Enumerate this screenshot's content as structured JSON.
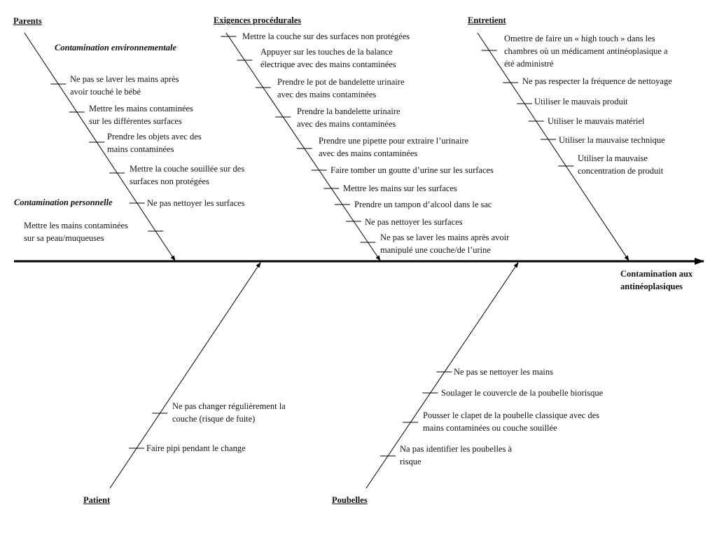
{
  "effect": "Contamination aux\nantinéoplasiques",
  "categories": {
    "parents": {
      "title": "Parents",
      "sub_env": "Contamination environnementale",
      "sub_pers": "Contamination personnelle",
      "causes": [
        "Ne pas se laver les mains après\navoir touché le bébé",
        "Mettre les mains contaminées\nsur les différentes surfaces",
        "Prendre les objets avec des\nmains contaminées",
        "Mettre la couche souillée sur des\nsurfaces non protégées",
        "Ne pas nettoyer les surfaces",
        "Mettre les mains contaminées\nsur sa peau/muqueuses"
      ]
    },
    "exigences": {
      "title": "Exigences procédurales",
      "causes": [
        "Mettre la couche sur des surfaces non protégées",
        "Appuyer sur les touches de la balance\nélectrique avec des mains contaminées",
        "Prendre le pot de bandelette urinaire\navec des mains contaminées",
        "Prendre la bandelette urinaire\navec des mains contaminées",
        "Prendre une pipette pour extraire l’urinaire\navec des mains contaminées",
        "Faire tomber un goutte d’urine sur les surfaces",
        "Mettre les mains sur les surfaces",
        "Prendre un tampon d’alcool dans le sac",
        "Ne pas nettoyer les surfaces",
        "Ne pas se laver les mains après avoir\nmanipulé une couche/de l’urine"
      ]
    },
    "entretient": {
      "title": "Entretient",
      "causes": [
        "Omettre de faire un « high touch » dans les\nchambres où un médicament antinéoplasique a\nété administré",
        "Ne pas respecter la fréquence de nettoyage",
        "Utiliser le mauvais produit",
        "Utiliser le mauvais matériel",
        "Utiliser la mauvaise technique",
        "Utiliser la mauvaise\nconcentration de produit"
      ]
    },
    "patient": {
      "title": "Patient",
      "causes": [
        "Ne pas changer régulièrement la\ncouche (risque de fuite)",
        "Faire pipi pendant le change"
      ]
    },
    "poubelles": {
      "title": "Poubelles",
      "causes": [
        "Ne pas se nettoyer les mains",
        "Soulager le couvercle de la poubelle biorisque",
        "Pousser le clapet de la poubelle classique avec des\nmains contaminées ou couche souillée",
        "Na pas identifier les poubelles à\nrisque"
      ]
    }
  }
}
